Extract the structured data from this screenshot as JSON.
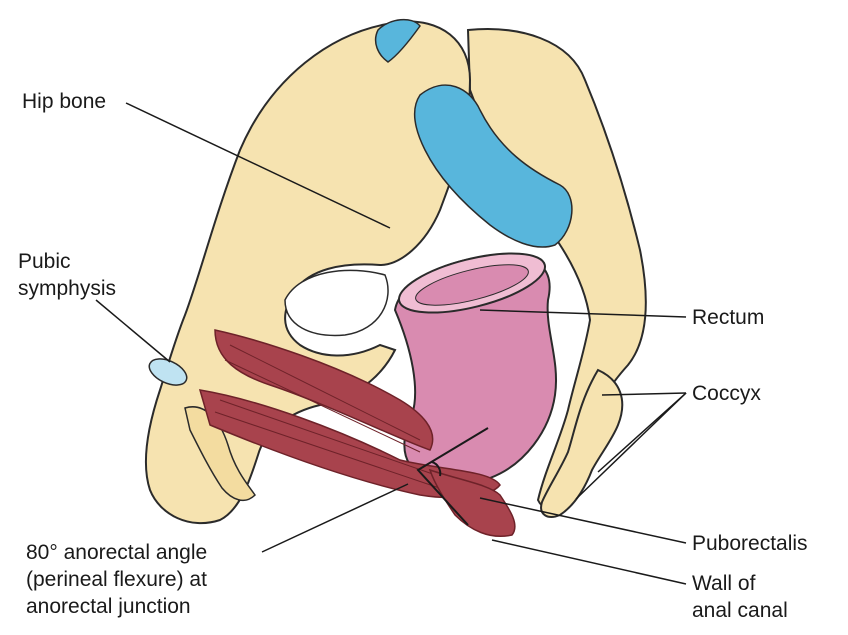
{
  "labels": {
    "hip_bone": "Hip bone",
    "pubic_symphysis_line1": "Pubic",
    "pubic_symphysis_line2": "symphysis",
    "rectum": "Rectum",
    "coccyx": "Coccyx",
    "puborectalis": "Puborectalis",
    "anorectal_angle_line1": "80° anorectal angle",
    "anorectal_angle_line2": "(perineal flexure) at",
    "anorectal_angle_line3": "anorectal junction",
    "anal_canal_line1": "Wall of",
    "anal_canal_line2": "anal canal"
  },
  "colors": {
    "bone": "#f6e3b0",
    "bone_outline": "#2b2b2b",
    "cartilage": "#58b6dc",
    "rectum": "#d98bb0",
    "rectum_light": "#f0bdd3",
    "muscle": "#a8434d",
    "muscle_dark": "#6e2229",
    "leader_line": "#1a1a1a"
  }
}
